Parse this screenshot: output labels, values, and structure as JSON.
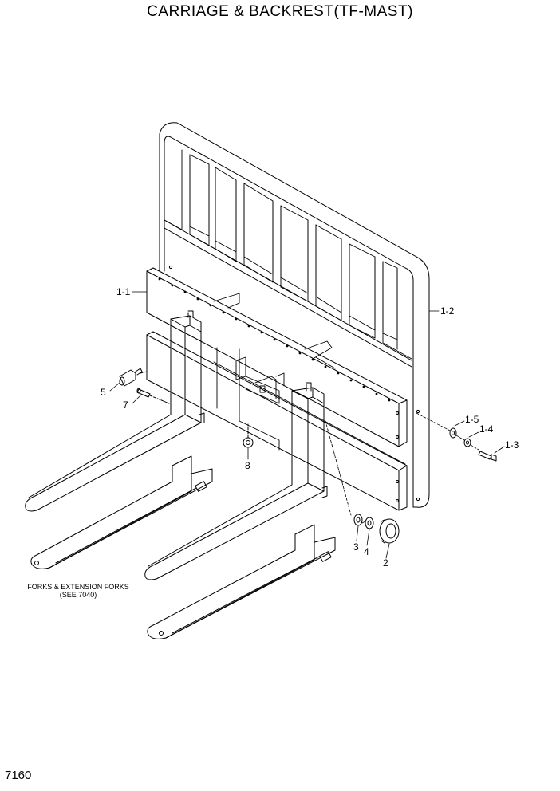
{
  "title": "CARRIAGE & BACKREST(TF-MAST)",
  "page_number": "7160",
  "note": {
    "line1": "FORKS & EXTENSION FORKS",
    "line2": "(SEE 7040)"
  },
  "callouts": {
    "c1_1": "1-1",
    "c1_2": "1-2",
    "c1_3": "1-3",
    "c1_4": "1-4",
    "c1_5": "1-5",
    "c2": "2",
    "c3": "3",
    "c4": "4",
    "c5": "5",
    "c7": "7",
    "c8": "8"
  }
}
